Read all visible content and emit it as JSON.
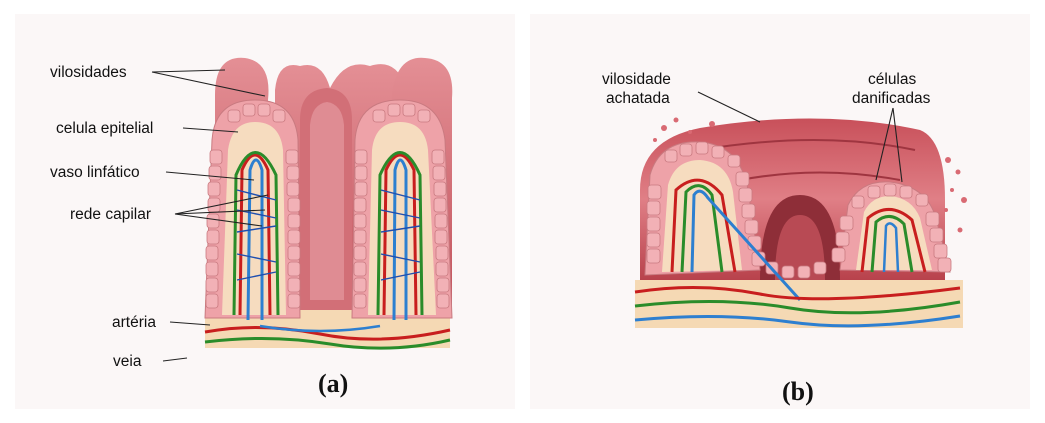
{
  "panel_a": {
    "caption": "(a)",
    "labels": {
      "villi": "vilosidades",
      "epithelial_cell": "celula epitelial",
      "lymph_vessel": "vaso linfático",
      "capillary_network": "rede capilar",
      "artery": "artéria",
      "vein": "veia"
    }
  },
  "panel_b": {
    "caption": "(b)",
    "labels": {
      "flattened_villus_line1": "vilosidade",
      "flattened_villus_line2": "achatada",
      "damaged_cells_line1": "células",
      "damaged_cells_line2": "danificadas"
    }
  },
  "colors": {
    "villus_body": "#d9737a",
    "villus_dark": "#b8464f",
    "epithelial_cell": "#eea2a8",
    "cell_nucleus": "#c8505a",
    "submucosa": "#f5d9b4",
    "artery": "#c81e1e",
    "vein_capillary": "#2a8c2a",
    "lymph": "#2d7fd0"
  }
}
